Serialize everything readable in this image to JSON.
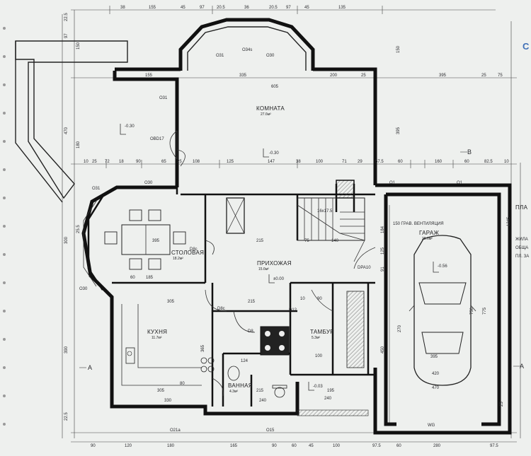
{
  "brand_letter": "С",
  "rooms": {
    "living": "КОМНАТА",
    "dining": "СТОЛОВАЯ",
    "hall": "ПРИХОЖАЯ",
    "kitchen": "КУХНЯ",
    "vestibule": "ТАМБУР",
    "bathroom": "ВАННАЯ",
    "garage": "ГАРАЖ",
    "plan_title": "ПЛА"
  },
  "areas": {
    "living": "27.6м²",
    "dining": "18.2м²",
    "hall": "15.6м²",
    "kitchen": "11.7м²",
    "vestibule": "5.3м²",
    "bathroom": "4.3м²",
    "garage": "28.6м²"
  },
  "notes": {
    "ventilation": "150 ГРАВ. ВЕНТИЛЯЦИЯ",
    "stair": "16x17.5",
    "right_1": "ЖИЛА",
    "right_2": "ОБЩА",
    "right_3": "ПЛ. ЗА"
  },
  "levels": {
    "living": "-0.30",
    "hall": "±0.00",
    "garage": "-0.56",
    "vestibule": "-0.03"
  },
  "marks": {
    "door_obd": "OBD17",
    "door_dpa": "DPA10",
    "door_d8c_1": "D8c",
    "door_d8c_2": "D8c",
    "door_d12": "D12",
    "door_d8": "D8",
    "win_o34": "O34s",
    "win_o31a": "O31",
    "win_o30a": "O30",
    "win_o31b": "O31",
    "win_o30b": "O30",
    "win_o30c": "O30",
    "win_o31c": "O31",
    "win_o1a": "O1",
    "win_o1b": "O1",
    "win_o21": "O21a",
    "win_o15": "O15",
    "gate": "WG"
  },
  "grid_letters": {
    "a_left": "A",
    "a_right": "A",
    "b": "B"
  },
  "dims": {
    "top": [
      "38",
      "155",
      "45",
      "97",
      "20.5",
      "36",
      "20.5",
      "97",
      "45",
      "135"
    ],
    "row2": [
      "155",
      "335",
      "605",
      "200",
      "25",
      "395",
      "25",
      "75"
    ],
    "row3": [
      "10",
      "25",
      "72",
      "18",
      "90",
      "65",
      "25",
      "108",
      "125",
      "147",
      "38",
      "100",
      "71",
      "29",
      "57.5",
      "60",
      "160",
      "60",
      "82.5",
      "10"
    ],
    "bottom": [
      "90",
      "120",
      "180",
      "165",
      "90",
      "60",
      "45",
      "100",
      "97.5",
      "60",
      "280",
      "97.5"
    ],
    "left": [
      "22.5",
      "97",
      "150",
      "470",
      "180",
      "300",
      "25.5",
      "390",
      "22.5"
    ],
    "right": [
      "150",
      "395",
      "1345",
      "750",
      "775",
      "25"
    ],
    "inner": [
      "305",
      "185",
      "395",
      "215",
      "215",
      "305",
      "330",
      "240",
      "395",
      "420",
      "470",
      "124",
      "195",
      "240",
      "60",
      "90",
      "140",
      "75",
      "100",
      "270",
      "450",
      "184",
      "125",
      "91",
      "365",
      "215",
      "80",
      "10"
    ]
  }
}
